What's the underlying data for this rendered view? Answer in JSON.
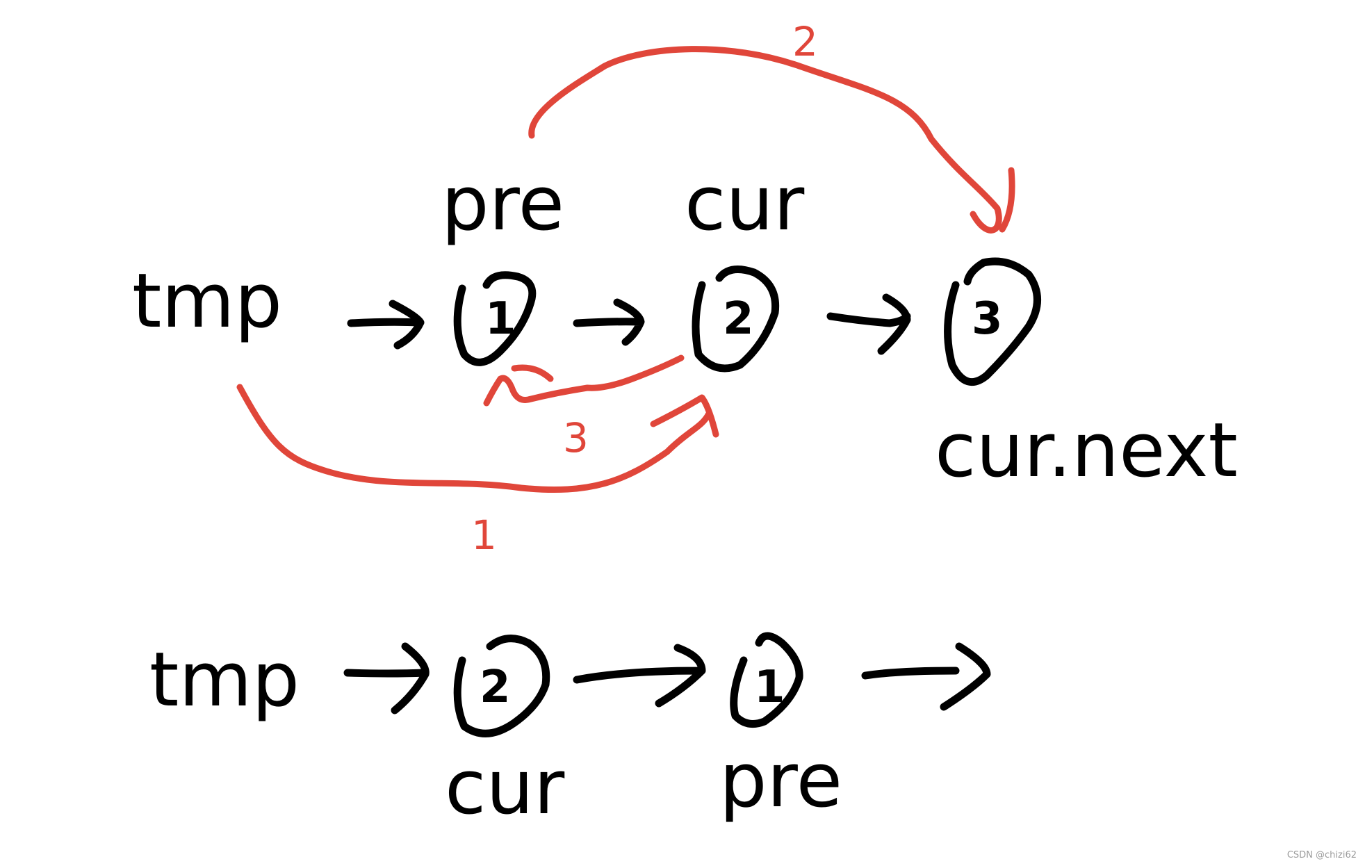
{
  "colors": {
    "ink": "#000000",
    "pointer_change": "#e0463a",
    "background": "#ffffff"
  },
  "before": {
    "head_label": "tmp",
    "nodes": [
      "1",
      "2",
      "3"
    ],
    "pointer_labels": {
      "pre": "pre",
      "cur": "cur",
      "next": "cur.next"
    }
  },
  "steps": [
    "1",
    "2",
    "3"
  ],
  "after": {
    "head_label": "tmp",
    "nodes": [
      "2",
      "1"
    ],
    "pointer_labels": {
      "cur": "cur",
      "pre": "pre"
    }
  },
  "watermark": "CSDN @chizi62"
}
